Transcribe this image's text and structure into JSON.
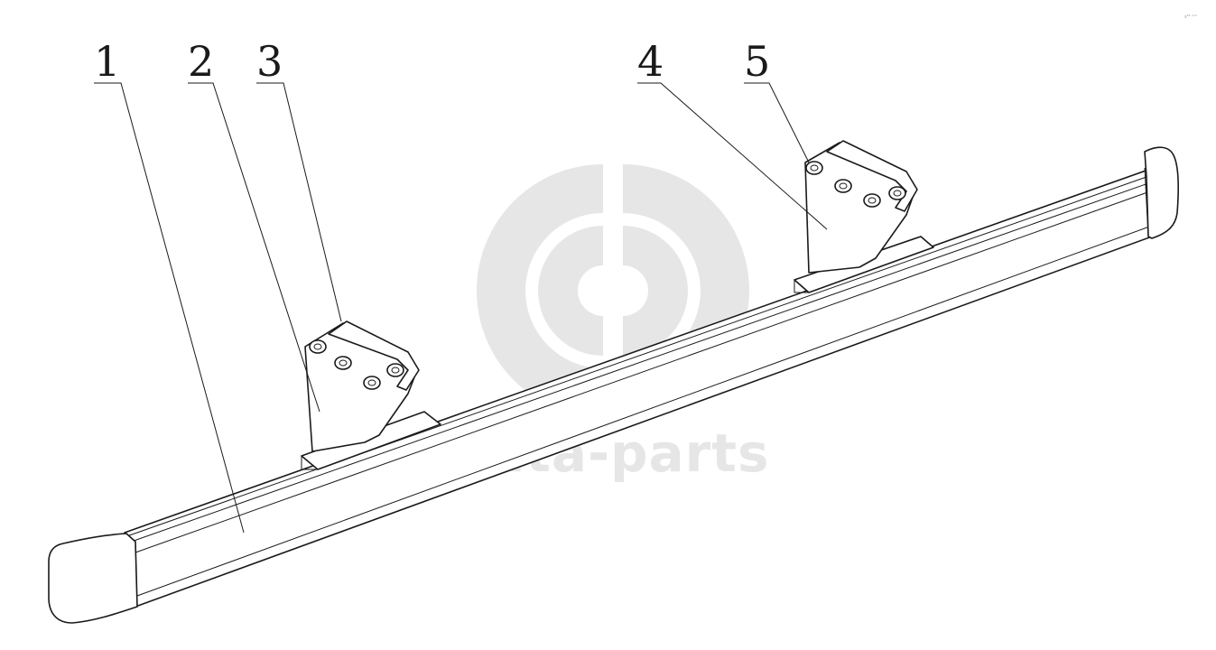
{
  "diagram": {
    "callouts": [
      {
        "id": "1",
        "label": "1"
      },
      {
        "id": "2",
        "label": "2"
      },
      {
        "id": "3",
        "label": "3"
      },
      {
        "id": "4",
        "label": "4"
      },
      {
        "id": "5",
        "label": "5"
      }
    ],
    "watermark": {
      "text": "data-parts",
      "color": "#e6e6e6"
    },
    "corner_tag": "s³² ⁿⁿⁿ"
  },
  "colors": {
    "line": "#1a1a1a",
    "background": "#ffffff",
    "watermark": "#e6e6e6"
  }
}
